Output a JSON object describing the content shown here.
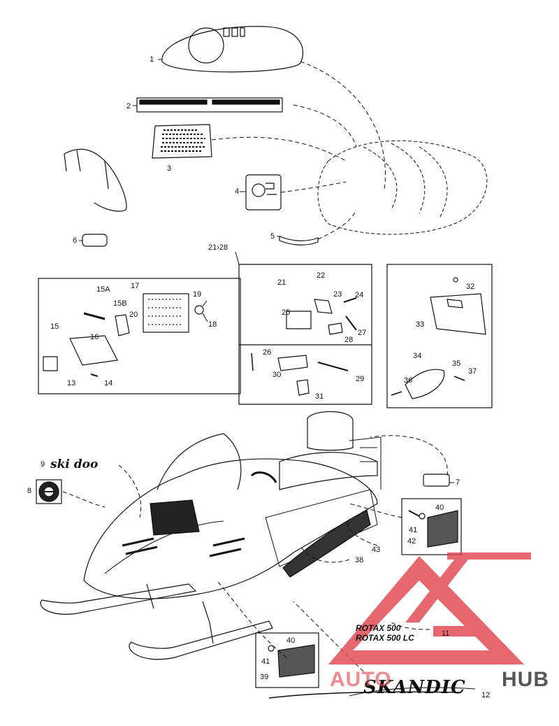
{
  "parts": {
    "p1": "1",
    "p2": "2",
    "p3": "3",
    "p4": "4",
    "p5": "5",
    "p6": "6",
    "p7": "7",
    "p8": "8",
    "p9": "9",
    "p11": "11",
    "p12": "12",
    "p13": "13",
    "p14": "14",
    "p15": "15",
    "p15a": "15A",
    "p15b": "15B",
    "p16": "16",
    "p17": "17",
    "p18": "18",
    "p19": "19",
    "p20": "20",
    "p21": "21",
    "p21_28": "21›28",
    "p22": "22",
    "p23": "23",
    "p24": "24",
    "p25": "25",
    "p26": "26",
    "p27": "27",
    "p28": "28",
    "p29": "29",
    "p30": "30",
    "p31": "31",
    "p32": "32",
    "p33": "33",
    "p34": "34",
    "p35": "35",
    "p36": "36",
    "p37": "37",
    "p38": "38",
    "p39": "39",
    "p40a": "40",
    "p40b": "40",
    "p41a": "41",
    "p41b": "41",
    "p42": "42",
    "p43": "43"
  },
  "labels": {
    "rotax_500": "ROTAX 500",
    "rotax_500_lc": "ROTAX 500 LC",
    "skidoo_decal": "ski doo",
    "tundra_decal": "SKANDIC"
  },
  "watermark": {
    "text_left": "AUTO",
    "text_right": "HUB",
    "color": "#e0434a"
  }
}
